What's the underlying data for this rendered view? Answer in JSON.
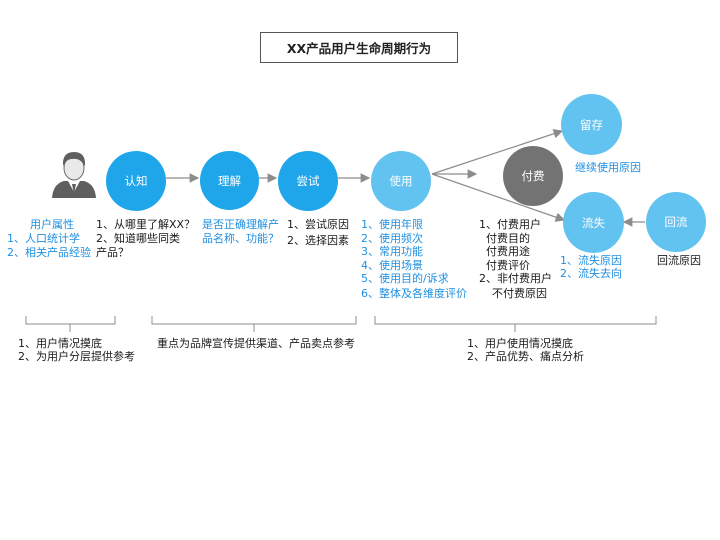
{
  "title": "XX产品用户生命周期行为",
  "colors": {
    "circle_primary": "#1ea5ea",
    "circle_light": "#62c3f0",
    "circle_gray": "#737373",
    "connector": "#8c8c8c",
    "text_blue": "#1f8fe0",
    "text_dark": "#1a1a1a"
  },
  "icons": {
    "user": "user-avatar-icon"
  },
  "nodes": {
    "cognize": "认知",
    "understand": "理解",
    "try": "尝试",
    "use": "使用",
    "pay": "付费",
    "retain": "留存",
    "churn": "流失",
    "reflow": "回流"
  },
  "user_attrs": [
    "用户属性",
    "1、人口统计学",
    "2、相关产品经验"
  ],
  "cognize_notes": [
    "1、从哪里了解XX？",
    "2、知道哪些同类",
    "产品？"
  ],
  "understand_notes": [
    "是否正确理解产",
    "品名称、功能？"
  ],
  "try_notes": [
    "1、尝试原因",
    "2、选择因素"
  ],
  "use_notes": [
    "1、使用年限",
    "2、使用频次",
    "3、常用功能",
    "4、使用场景",
    "5、使用目的/诉求",
    "6、整体及各维度评价"
  ],
  "pay_notes": [
    "1、付费用户",
    "付费目的",
    "付费用途",
    "付费评价",
    "2、非付费用户",
    "不付费原因"
  ],
  "retain_note": "继续使用原因",
  "churn_notes": [
    "1、流失原因",
    "2、流失去向"
  ],
  "reflow_note": "回流原因",
  "summaries": {
    "left": [
      "1、用户情况摸底",
      "2、为用户分层提供参考"
    ],
    "middle": "重点为品牌宣传提供渠道、产品卖点参考",
    "right": [
      "1、用户使用情况摸底",
      "2、产品优势、痛点分析"
    ]
  }
}
